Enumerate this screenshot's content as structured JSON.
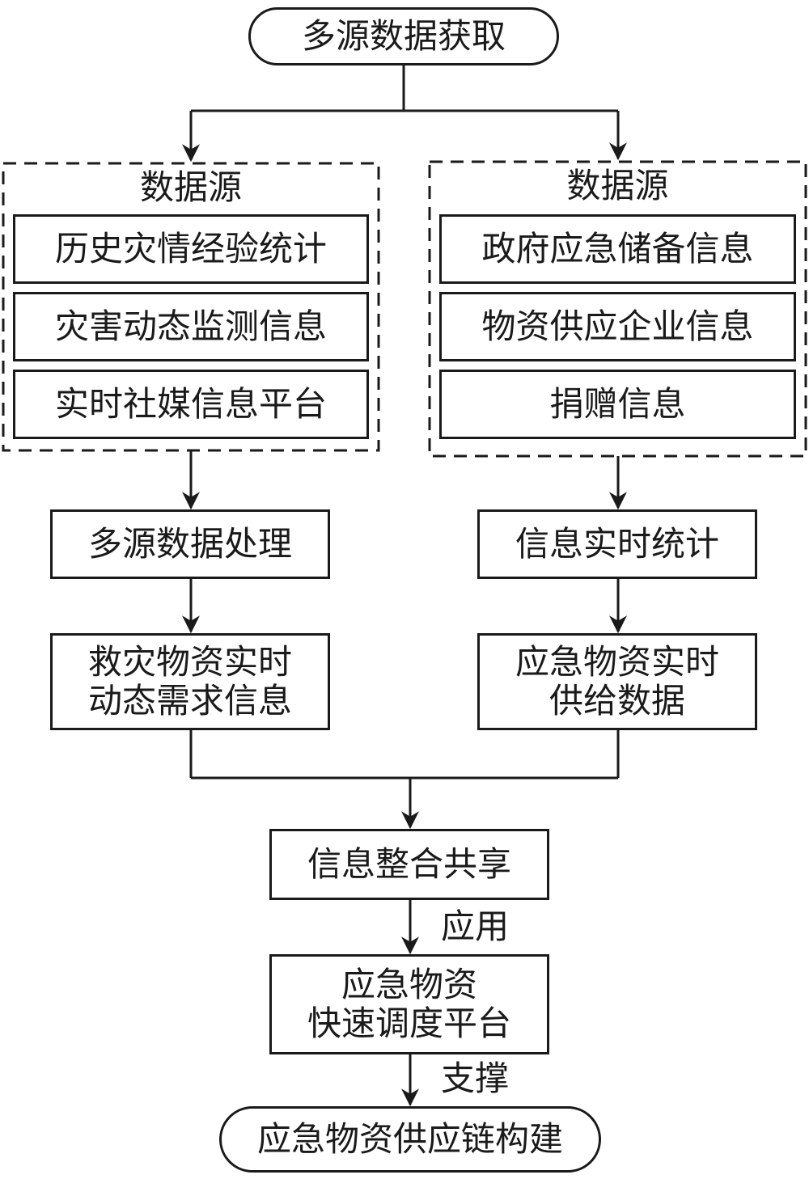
{
  "nodes": {
    "start": "多源数据获取",
    "left_group_title": "数据源",
    "left_items": [
      "历史灾情经验统计",
      "灾害动态监测信息",
      "实时社媒信息平台"
    ],
    "right_group_title": "数据源",
    "right_items": [
      "政府应急储备信息",
      "物资供应企业信息",
      "捐赠信息"
    ],
    "left_process": "多源数据处理",
    "right_process": "信息实时统计",
    "left_output": "救灾物资实时\n动态需求信息",
    "right_output": "应急物资实时\n供给数据",
    "integration": "信息整合共享",
    "platform": "应急物资\n快速调度平台",
    "end": "应急物资供应链构建"
  },
  "edge_labels": {
    "apply": "应用",
    "support": "支撑"
  }
}
